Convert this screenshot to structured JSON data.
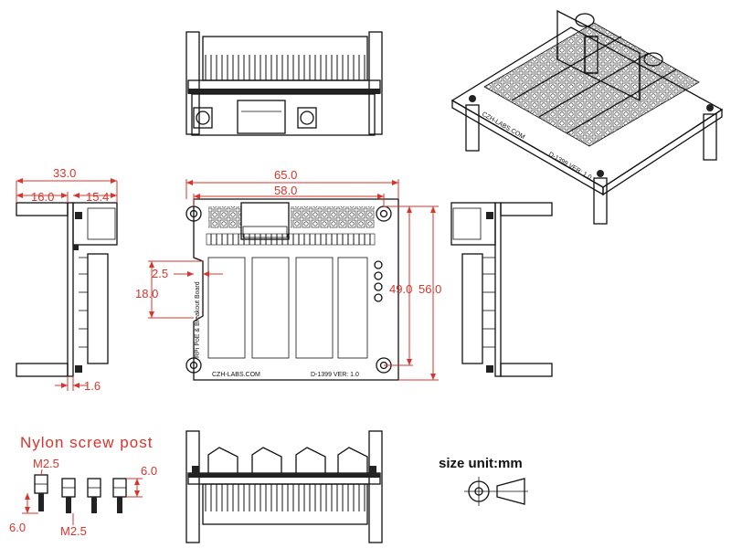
{
  "dimensions": {
    "side_total_width": "33.0",
    "side_left_width": "16.0",
    "side_right_width": "15.4",
    "side_bottom_thickness": "1.6",
    "top_total_width": "65.0",
    "top_hole_spacing_x": "58.0",
    "top_hole_spacing_y": "49.0",
    "top_total_height": "56.0",
    "notch_depth": "2.5",
    "notch_height": "18.0"
  },
  "pcb_labels": {
    "brand": "CZH-LABS.COM",
    "model": "D-1399  VER: 1.0",
    "board_name": "RPi PoE & Breakout Board"
  },
  "iso_labels": {
    "brand": "CZH-LABS.COM",
    "model": "D-1399 VER: 1.0"
  },
  "screw_post": {
    "title": "Nylon screw post",
    "thread_top": "M2.5",
    "thread_bottom": "M2.5",
    "length_left": "6.0",
    "length_right": "6.0"
  },
  "unit_note": {
    "text": "size unit:mm"
  }
}
